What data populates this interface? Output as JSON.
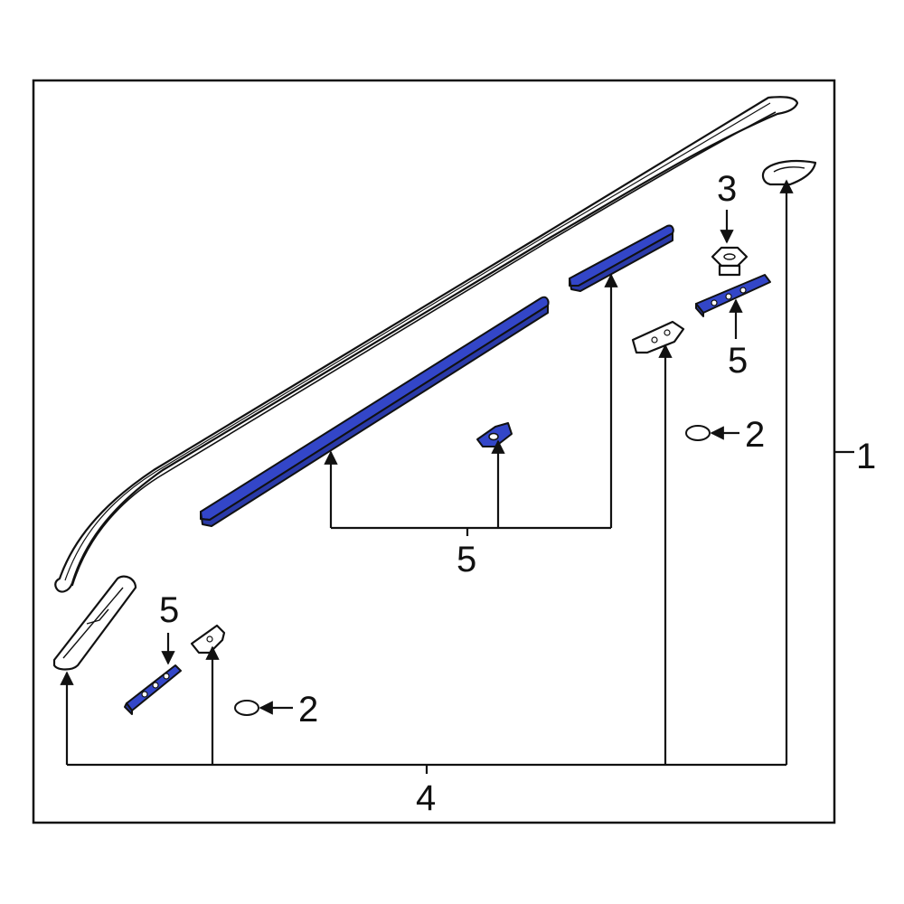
{
  "diagram": {
    "highlight_color": "#3346c8",
    "outline_color": "#111111",
    "background": "#ffffff",
    "callouts": {
      "c1": "1",
      "c2_upper": "2",
      "c2_lower": "2",
      "c3": "3",
      "c4": "4",
      "c5_center": "5",
      "c5_right": "5",
      "c5_left": "5"
    }
  }
}
